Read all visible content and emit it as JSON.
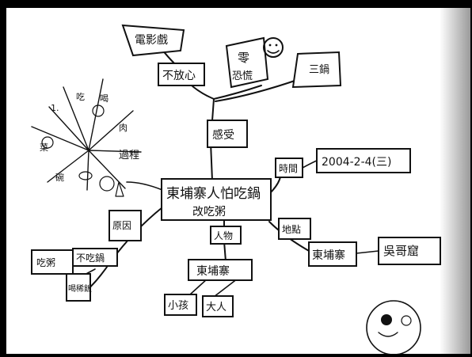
{
  "center": {
    "line1": "東埔寨人怕吃鍋",
    "line2": "改吃粥"
  },
  "labels": {
    "top_left": "電影戲",
    "cloud_box": "不放心",
    "cloud_top": "零",
    "cloud_bottom": "恐慌",
    "right_top_box": "三鍋",
    "feeling": "感受",
    "time_tag": "時間",
    "date": "2004-2-4(三)",
    "place_tag": "地點",
    "place": "東埔寨",
    "place_far": "吳哥窟",
    "process": "過程",
    "reason": "原因",
    "left_a": "不吃鍋",
    "left_b": "吃粥",
    "left_c": "喝稀飯",
    "people_tag": "人物",
    "people": "東埔寨",
    "child": "小孩",
    "adult": "大人"
  },
  "wheel_labels": [
    "1.",
    "吃",
    "喝",
    "肉",
    "菜",
    "碗",
    "過程"
  ],
  "colors": {
    "paper": "#ffffff",
    "ink": "#111111",
    "frame": "#000000",
    "shadow": "#cfcfcf"
  }
}
